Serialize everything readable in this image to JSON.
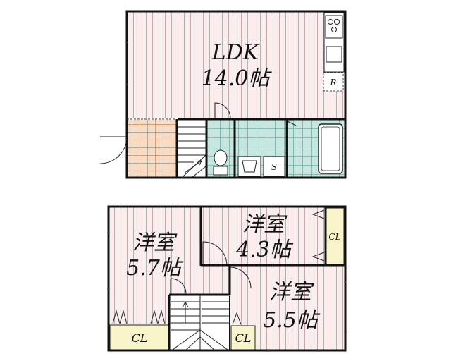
{
  "floor1": {
    "ldk": {
      "name": "LDK",
      "size": "14.0帖"
    },
    "fridge": {
      "mark": "R"
    },
    "laundry": {
      "mark": "S"
    }
  },
  "floor2": {
    "room_west": {
      "name": "洋室",
      "size": "5.7帖",
      "closet": "CL"
    },
    "room_north": {
      "name": "洋室",
      "size": "4.3帖",
      "closet": "CL"
    },
    "room_east": {
      "name": "洋室",
      "size": "5.5帖",
      "closet": "CL"
    }
  },
  "colors": {
    "wood_floor": "#f8eeee",
    "wood_line": "#c9a9ae",
    "tile_wet": "#c8e6e0",
    "tile_entry": "#f1ddc9",
    "tile_entry_line": "#d59a6e",
    "closet": "#f7f5c9",
    "wall": "#111111"
  }
}
